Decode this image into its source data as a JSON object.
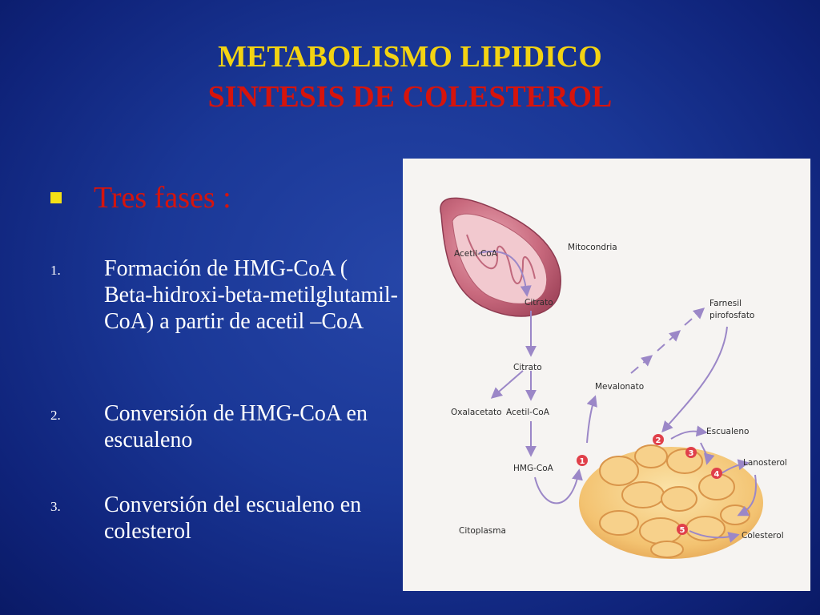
{
  "title": {
    "line1": "METABOLISMO LIPIDICO",
    "line2": "SINTESIS DE COLESTEROL"
  },
  "bullet": {
    "text": "Tres fases :"
  },
  "items": [
    {
      "number": "1.",
      "text": "Formación de HMG-CoA ( Beta-hidroxi-beta-metilglutamil-CoA) a partir de acetil –CoA"
    },
    {
      "number": "2.",
      "text": "Conversión de HMG-CoA en escualeno"
    },
    {
      "number": "3.",
      "text": "Conversión del escualeno en colesterol"
    }
  ],
  "figure": {
    "labels": {
      "mitocondria": "Mitocondria",
      "acetil_coa_mito": "Acetil-CoA",
      "citrato_mito": "Citrato",
      "citrato": "Citrato",
      "oxalacetato": "Oxalacetato",
      "acetil_coa": "Acetil-CoA",
      "hmg_coa": "HMG-CoA",
      "mevalonato": "Mevalonato",
      "farnesil": "Farnesil",
      "pirofosfato": "pirofosfato",
      "escualeno": "Escualeno",
      "lanosterol": "Lanosterol",
      "colesterol": "Colesterol",
      "citoplasma": "Citoplasma"
    },
    "steps": [
      "1",
      "2",
      "3",
      "4",
      "5"
    ]
  },
  "colors": {
    "title_line1": "#f3d312",
    "title_line2": "#d6140c",
    "bullet_square": "#f3e016",
    "body_text": "#ffffff",
    "figure_bg": "#f6f4f2",
    "arrow": "#9b87c7",
    "step_circle": "#e0404a"
  }
}
